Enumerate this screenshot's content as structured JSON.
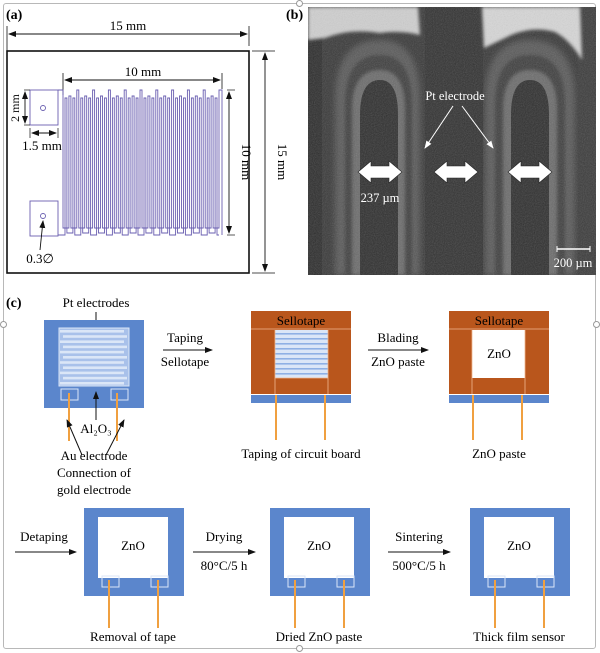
{
  "panel_a": {
    "label": "(a)",
    "dim_width": "15 mm",
    "dim_height": "15 mm",
    "dim_inner_width": "10 mm",
    "dim_inner_height": "10 mm",
    "dim_pad_height": "2 mm",
    "dim_pad_width": "1.5 mm",
    "hole_label": "0.3∅",
    "colors": {
      "line": "#6a5fb0",
      "outline": "#111111"
    }
  },
  "panel_b": {
    "label": "(b)",
    "electrode_label": "Pt electrode",
    "gap_label": "237 µm",
    "scale_label": "200 µm"
  },
  "panel_c": {
    "label": "(c)",
    "step1": {
      "top_label": "Pt electrodes",
      "substrate_label": "Al₂O₃",
      "bottom_label_1": "Au electrode",
      "bottom_label_2": "Connection of",
      "bottom_label_3": "gold electrode"
    },
    "arrow1": {
      "above": "Taping",
      "below": "Sellotape"
    },
    "step2": {
      "tape_label": "Sellotape",
      "caption": "Taping of circuit board"
    },
    "arrow2": {
      "above": "Blading",
      "below": "ZnO paste"
    },
    "step3": {
      "tape_label": "Sellotape",
      "fill_label": "ZnO",
      "caption": "ZnO paste"
    },
    "arrow3": {
      "above": "Detaping",
      "below": ""
    },
    "step4": {
      "fill_label": "ZnO",
      "caption": "Removal of tape"
    },
    "arrow4": {
      "above": "Drying",
      "below": "80°C/5 h"
    },
    "step5": {
      "fill_label": "ZnO",
      "caption": "Dried ZnO paste"
    },
    "arrow5": {
      "above": "Sintering",
      "below": "500°C/5 h"
    },
    "step6": {
      "fill_label": "ZnO",
      "caption": "Thick film sensor"
    },
    "colors": {
      "substrate": "#5b86cc",
      "electrode_light": "#dbe6f7",
      "tape": "#b9561c",
      "wire": "#f0a040",
      "paste": "#ffffff"
    }
  }
}
